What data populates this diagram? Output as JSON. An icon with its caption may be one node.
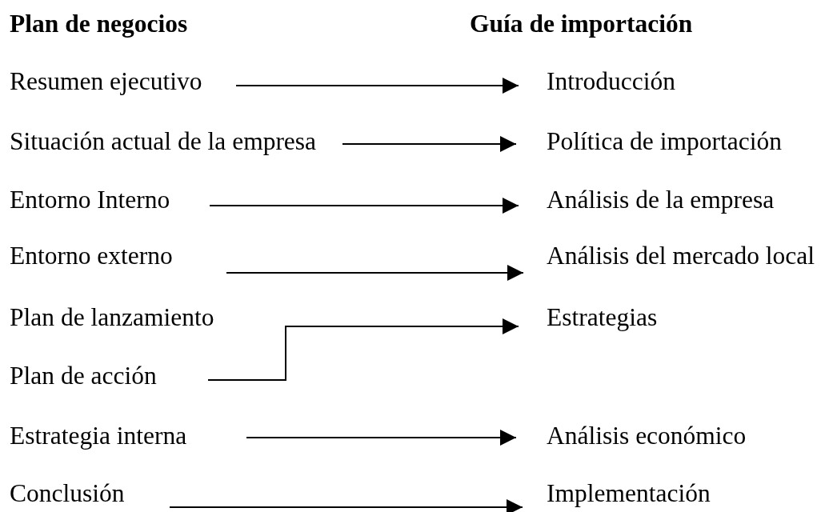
{
  "diagram": {
    "nodes": [
      {
        "text": [
          "Resumen ejecutivo"
        ]
      },
      {
        "text": [
          "Situación actual de la empresa"
        ]
      },
      {
        "text": [
          "Entorno Interno"
        ]
      },
      {
        "text": [
          "Entorno externo"
        ]
      },
      {
        "text": [
          "Plan de acción"
        ]
      },
      {
        "text": [
          "Estrategia interna"
        ]
      },
      {
        "text": [
          "Conclusión"
        ]
      },
      {
        "text": [
          "Introducción"
        ]
      },
      {
        "text": [
          "Política de importación"
        ]
      },
      {
        "text": [
          "Análisis de la empresa"
        ]
      },
      {
        "text": [
          "Análisis del mercado local"
        ]
      },
      {
        "text": [
          "Estrategias"
        ]
      },
      {
        "text": [
          "Análisis económico"
        ]
      },
      {
        "text": [
          "Implementación"
        ]
      }
    ],
    "edges": [
      {
        "from": 0,
        "to": 7,
        "arrow": "to"
      },
      {
        "from": 1,
        "to": 8,
        "arrow": "to"
      },
      {
        "from": 2,
        "to": 9,
        "arrow": "to"
      },
      {
        "from": 3,
        "to": 10,
        "arrow": "to"
      },
      {
        "from": 4,
        "to": 11,
        "arrow": "to"
      },
      {
        "from": 5,
        "to": 12,
        "arrow": "to"
      },
      {
        "from": 6,
        "to": 13,
        "arrow": "to"
      }
    ],
    "labels": [
      "Plan de negocios",
      "Guía de importación",
      "Plan de lanzamiento"
    ]
  }
}
